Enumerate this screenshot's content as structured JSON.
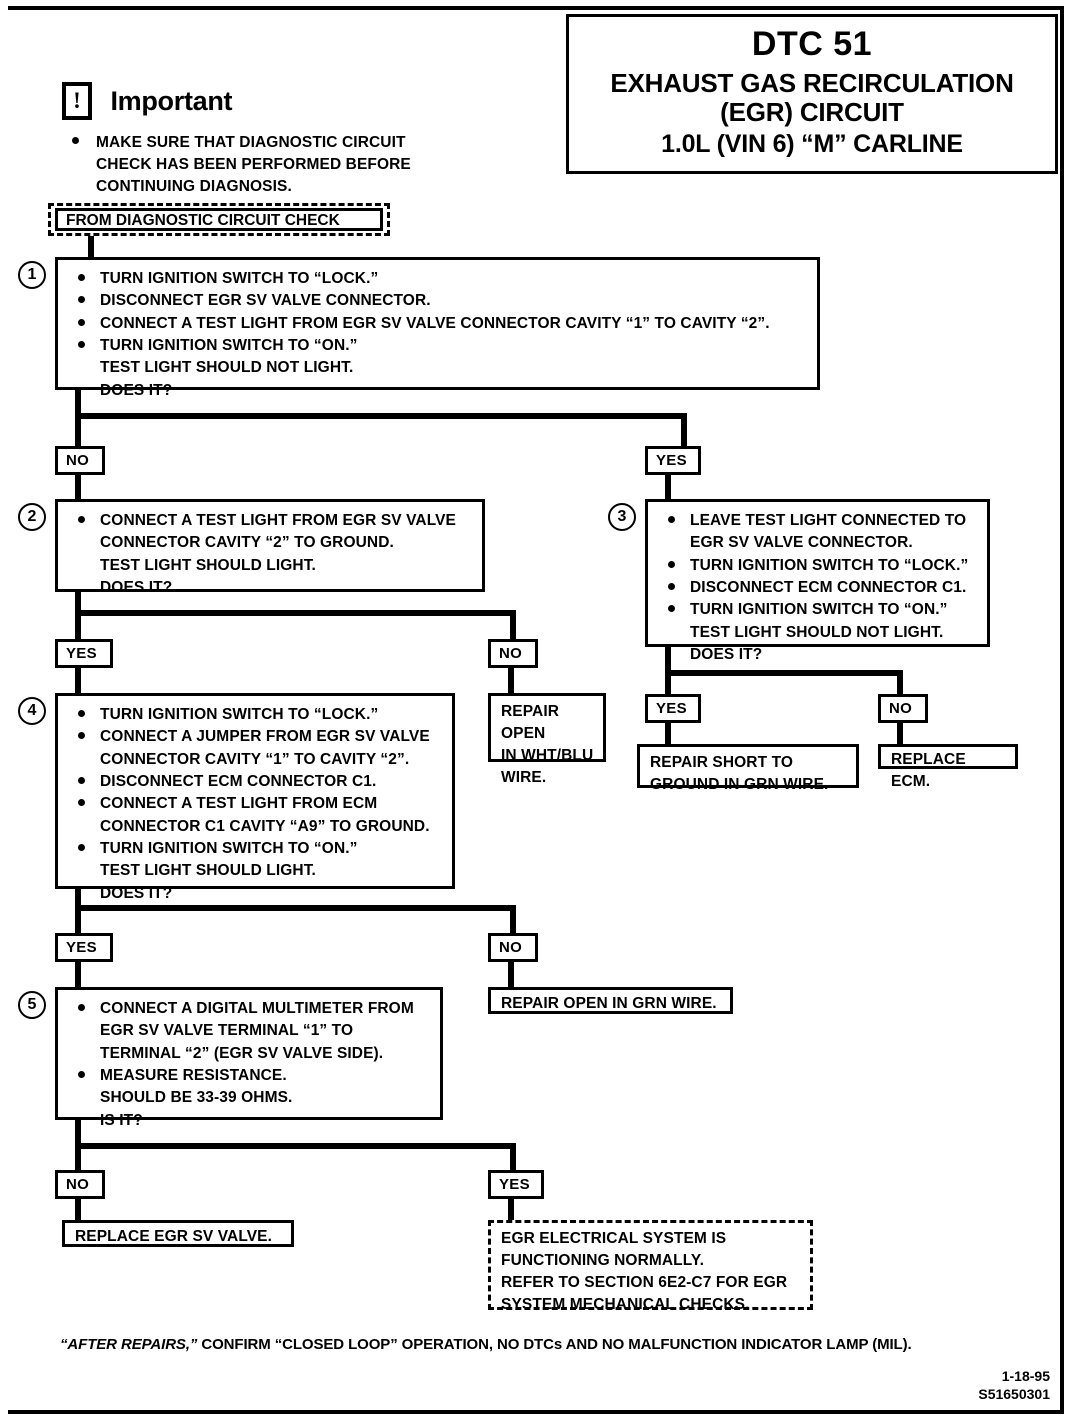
{
  "header": {
    "dtc": "DTC 51",
    "line1": "EXHAUST GAS RECIRCULATION",
    "line2": "(EGR) CIRCUIT",
    "line3": "1.0L  (VIN 6)  “M”  CARLINE"
  },
  "important": {
    "icon": "exclamation-in-box-icon",
    "title": "Important",
    "bullets": [
      "MAKE SURE THAT DIAGNOSTIC CIRCUIT",
      "CHECK HAS BEEN PERFORMED BEFORE",
      "CONTINUING DIAGNOSIS."
    ]
  },
  "entry": {
    "label": "FROM DIAGNOSTIC CIRCUIT CHECK"
  },
  "steps": {
    "s1": {
      "number": "1",
      "lines": [
        {
          "bullet": true,
          "text": "TURN IGNITION SWITCH TO “LOCK.”"
        },
        {
          "bullet": true,
          "text": "DISCONNECT EGR SV VALVE CONNECTOR."
        },
        {
          "bullet": true,
          "text": "CONNECT A TEST LIGHT FROM EGR SV VALVE CONNECTOR CAVITY “1” TO CAVITY “2”."
        },
        {
          "bullet": true,
          "text": "TURN IGNITION SWITCH TO “ON.”"
        },
        {
          "bullet": false,
          "text": "TEST LIGHT SHOULD NOT LIGHT."
        },
        {
          "bullet": false,
          "text": "DOES IT?"
        }
      ]
    },
    "s2": {
      "number": "2",
      "lines": [
        {
          "bullet": true,
          "text": "CONNECT A TEST LIGHT FROM EGR SV VALVE"
        },
        {
          "bullet": false,
          "text": "CONNECTOR CAVITY “2” TO GROUND."
        },
        {
          "bullet": false,
          "text": "TEST LIGHT SHOULD LIGHT."
        },
        {
          "bullet": false,
          "text": "DOES IT?"
        }
      ]
    },
    "s3": {
      "number": "3",
      "lines": [
        {
          "bullet": true,
          "text": "LEAVE TEST LIGHT CONNECTED TO"
        },
        {
          "bullet": false,
          "text": "EGR SV VALVE CONNECTOR."
        },
        {
          "bullet": true,
          "text": "TURN IGNITION SWITCH TO “LOCK.”"
        },
        {
          "bullet": true,
          "text": "DISCONNECT ECM CONNECTOR C1."
        },
        {
          "bullet": true,
          "text": "TURN IGNITION SWITCH TO “ON.”"
        },
        {
          "bullet": false,
          "text": "TEST LIGHT SHOULD NOT LIGHT."
        },
        {
          "bullet": false,
          "text": "DOES IT?"
        }
      ]
    },
    "s4": {
      "number": "4",
      "lines": [
        {
          "bullet": true,
          "text": "TURN IGNITION SWITCH TO “LOCK.”"
        },
        {
          "bullet": true,
          "text": "CONNECT A JUMPER FROM EGR SV VALVE"
        },
        {
          "bullet": false,
          "text": "CONNECTOR CAVITY “1” TO CAVITY “2”."
        },
        {
          "bullet": true,
          "text": "DISCONNECT ECM CONNECTOR C1."
        },
        {
          "bullet": true,
          "text": "CONNECT A TEST LIGHT FROM ECM"
        },
        {
          "bullet": false,
          "text": "CONNECTOR C1 CAVITY “A9” TO GROUND."
        },
        {
          "bullet": true,
          "text": "TURN IGNITION SWITCH TO “ON.”"
        },
        {
          "bullet": false,
          "text": "TEST LIGHT SHOULD LIGHT."
        },
        {
          "bullet": false,
          "text": "DOES IT?"
        }
      ]
    },
    "s5": {
      "number": "5",
      "lines": [
        {
          "bullet": true,
          "text": "CONNECT A DIGITAL MULTIMETER FROM"
        },
        {
          "bullet": false,
          "text": "EGR SV VALVE TERMINAL “1” TO"
        },
        {
          "bullet": false,
          "text": "TERMINAL “2” (EGR SV VALVE SIDE)."
        },
        {
          "bullet": true,
          "text": "MEASURE RESISTANCE."
        },
        {
          "bullet": false,
          "text": "SHOULD BE 33-39 OHMS."
        },
        {
          "bullet": false,
          "text": "IS IT?"
        }
      ]
    }
  },
  "branch_labels": {
    "s1_no": "NO",
    "s1_yes": "YES",
    "s2_yes": "YES",
    "s2_no": "NO",
    "s3_yes": "YES",
    "s3_no": "NO",
    "s4_yes": "YES",
    "s4_no": "NO",
    "s5_no": "NO",
    "s5_yes": "YES"
  },
  "terminals": {
    "repair_whtblu": [
      "REPAIR OPEN",
      "IN WHT/BLU",
      "WIRE."
    ],
    "repair_short_grn": [
      "REPAIR SHORT TO",
      "GROUND IN GRN WIRE."
    ],
    "replace_ecm": [
      "REPLACE ECM."
    ],
    "repair_open_grn": [
      "REPAIR OPEN IN GRN WIRE."
    ],
    "replace_egr_sv_valve": [
      "REPLACE EGR SV VALVE."
    ],
    "system_normal": [
      "EGR ELECTRICAL SYSTEM IS",
      "FUNCTIONING NORMALLY.",
      "REFER TO SECTION 6E2-C7 FOR EGR",
      "SYSTEM MECHANICAL CHECKS."
    ]
  },
  "footer": {
    "note_italic": "“AFTER REPAIRS,”",
    "note_rest": " CONFIRM “CLOSED LOOP” OPERATION, NO DTCs AND NO MALFUNCTION INDICATOR LAMP (MIL).",
    "date": "1-18-95",
    "code": "S51650301"
  }
}
